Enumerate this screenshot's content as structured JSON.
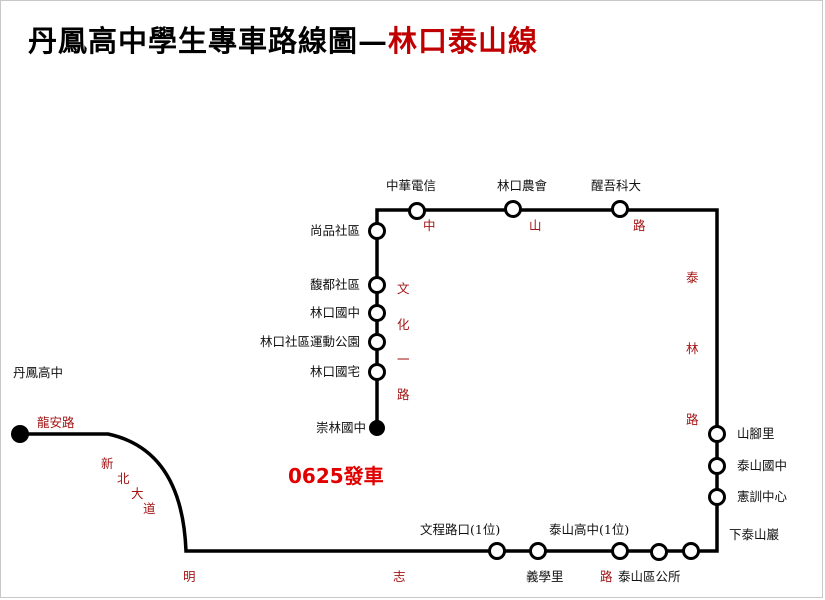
{
  "title": {
    "main": "丹鳳高中學生專車路線圖—",
    "route": "林口泰山線"
  },
  "origin": "丹鳳高中",
  "departure": {
    "time": "0625",
    "label": "發車"
  },
  "roads": {
    "longan": "龍安路",
    "xinbei": [
      "新",
      "北",
      "大",
      "道"
    ],
    "mingzhi": [
      "明",
      "志",
      "路"
    ],
    "zhongshan": [
      "中",
      "山",
      "路"
    ],
    "wenhua": [
      "文",
      "化",
      "一",
      "路"
    ],
    "taishan": [
      "泰",
      "林",
      "路"
    ]
  },
  "stops": {
    "chonglin": "崇林國中",
    "linkou_guozhai": "林口國宅",
    "linkou_sports_park": "林口社區運動公園",
    "linkou_jhs": "林口國中",
    "lingdu": "馥都社區",
    "shangpin": "尚品社區",
    "cht": "中華電信",
    "linkou_farmers": "林口農會",
    "xingwu": "醒吾科大",
    "shanjiao": "山腳里",
    "taishan_jhs": "泰山國中",
    "xianxun": "憲訓中心",
    "xiataishanyan": "下泰山巖",
    "taishan_office": "泰山區公所",
    "taishan_shs": "泰山高中(1位)",
    "yixueli": "義學里",
    "wencheng": "文程路口(1位)"
  },
  "colors": {
    "route_line": "#000000",
    "road_name": "#a31515",
    "departure": "#e00000",
    "title_route": "#c00000"
  }
}
